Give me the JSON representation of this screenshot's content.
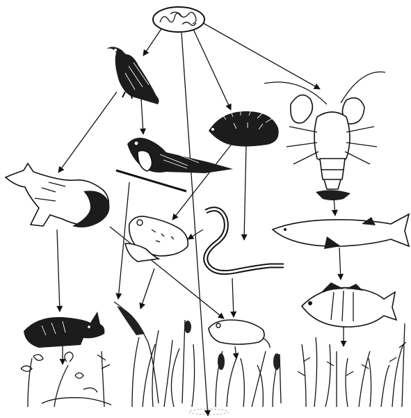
{
  "diagram": {
    "kind": "food-web",
    "decomposer_label": "",
    "nodes": [
      {
        "id": "decomposers",
        "icon": "worms-oval-icon"
      },
      {
        "id": "vulture",
        "icon": "vulture-icon"
      },
      {
        "id": "hedgehog",
        "icon": "hedgehog-icon"
      },
      {
        "id": "crayfish",
        "icon": "crayfish-icon"
      },
      {
        "id": "songbird",
        "icon": "songbird-icon"
      },
      {
        "id": "fox",
        "icon": "fox-icon"
      },
      {
        "id": "frog",
        "icon": "frog-icon"
      },
      {
        "id": "snake",
        "icon": "snake-icon"
      },
      {
        "id": "pike",
        "icon": "pike-icon"
      },
      {
        "id": "perch",
        "icon": "perch-icon"
      },
      {
        "id": "hare",
        "icon": "hare-icon"
      },
      {
        "id": "mouse",
        "icon": "mouse-icon"
      },
      {
        "id": "grain",
        "icon": "wheat-ear-icon"
      },
      {
        "id": "meadow-plants",
        "icon": "flowers-icon"
      },
      {
        "id": "grasses",
        "icon": "grass-icon"
      },
      {
        "id": "water-plants",
        "icon": "water-plants-icon"
      }
    ],
    "edges": [
      {
        "from": "decomposers",
        "to": "vulture"
      },
      {
        "from": "decomposers",
        "to": "hedgehog"
      },
      {
        "from": "decomposers",
        "to": "crayfish"
      },
      {
        "from": "decomposers",
        "to": "soil"
      },
      {
        "from": "vulture",
        "to": "fox"
      },
      {
        "from": "vulture",
        "to": "songbird"
      },
      {
        "from": "hedgehog",
        "to": "frog"
      },
      {
        "from": "hedgehog",
        "to": "snake"
      },
      {
        "from": "crayfish",
        "to": "pike"
      },
      {
        "from": "pike",
        "to": "perch"
      },
      {
        "from": "perch",
        "to": "water-plants"
      },
      {
        "from": "fox",
        "to": "hare"
      },
      {
        "from": "fox",
        "to": "mouse"
      },
      {
        "from": "songbird",
        "to": "grain"
      },
      {
        "from": "snake",
        "to": "frog"
      },
      {
        "from": "snake",
        "to": "mouse"
      },
      {
        "from": "frog",
        "to": "grain"
      },
      {
        "from": "hare",
        "to": "meadow-plants"
      },
      {
        "from": "mouse",
        "to": "grasses"
      }
    ]
  }
}
